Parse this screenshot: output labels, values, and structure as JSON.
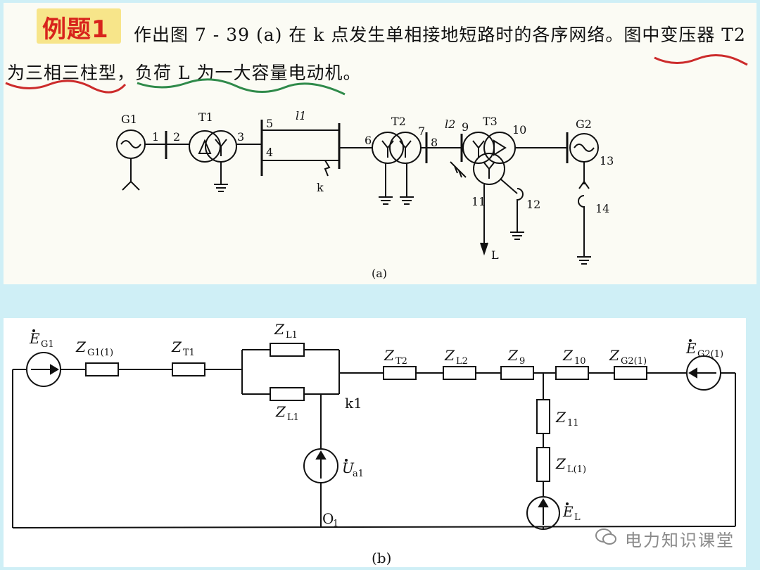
{
  "example_badge": "例题1",
  "question": {
    "line1": "作出图 7 - 39 (a) 在 k 点发生单相接地短路时的各序网络。图中变压器 T2",
    "line2": "为三相三柱型，负荷 L 为一大容量电动机。"
  },
  "diagram_a": {
    "caption": "(a)",
    "gen1": "G1",
    "t1": "T1",
    "t2": "T2",
    "t3": "T3",
    "gen2": "G2",
    "line1": "l1",
    "line2": "l2",
    "fault": "k",
    "load": "L",
    "nodes": [
      "1",
      "2",
      "3",
      "4",
      "5",
      "6",
      "7",
      "8",
      "9",
      "10",
      "11",
      "12",
      "13",
      "14"
    ]
  },
  "diagram_b": {
    "caption": "(b)",
    "e_g1": "E",
    "e_g1_sub": "G1",
    "z_g1": "Z",
    "z_g1_sub": "G1(1)",
    "z_t1": "Z",
    "z_t1_sub": "T1",
    "z_l1_top": "Z",
    "z_l1_top_sub": "L1",
    "z_l1_bot": "Z",
    "z_l1_bot_sub": "L1",
    "k1": "k1",
    "u_a1": "U",
    "u_a1_sub": "a1",
    "o1": "O",
    "o1_sub": "1",
    "z_t2": "Z",
    "z_t2_sub": "T2",
    "z_l2": "Z",
    "z_l2_sub": "L2",
    "z_9": "Z",
    "z_9_sub": "9",
    "z_10": "Z",
    "z_10_sub": "10",
    "z_g2": "Z",
    "z_g2_sub": "G2(1)",
    "e_g2": "E",
    "e_g2_sub": "G2(1)",
    "z_11": "Z",
    "z_11_sub": "11",
    "z_l": "Z",
    "z_l_sub": "L(1)",
    "e_l": "E",
    "e_l_sub": "L"
  },
  "watermark": "电力知识课堂",
  "colors": {
    "background": "#cfeff6",
    "badge": "#f7e58a",
    "badge_text": "#d8231c",
    "red_underline": "#cc2b2b",
    "green_underline": "#2f8a4a"
  }
}
